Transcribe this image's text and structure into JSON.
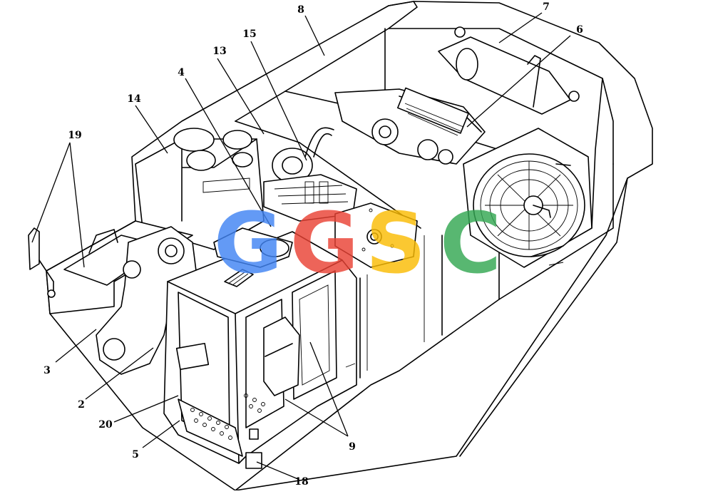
{
  "diagram": {
    "callouts": [
      "8",
      "7",
      "6",
      "15",
      "13",
      "4",
      "14",
      "19",
      "3",
      "2",
      "20",
      "5",
      "9",
      "18"
    ]
  },
  "watermark": {
    "letters": [
      "G",
      "G",
      "S",
      "C"
    ],
    "colors": [
      "#4285F4",
      "#EA4335",
      "#FBBC05",
      "#34A853"
    ]
  }
}
